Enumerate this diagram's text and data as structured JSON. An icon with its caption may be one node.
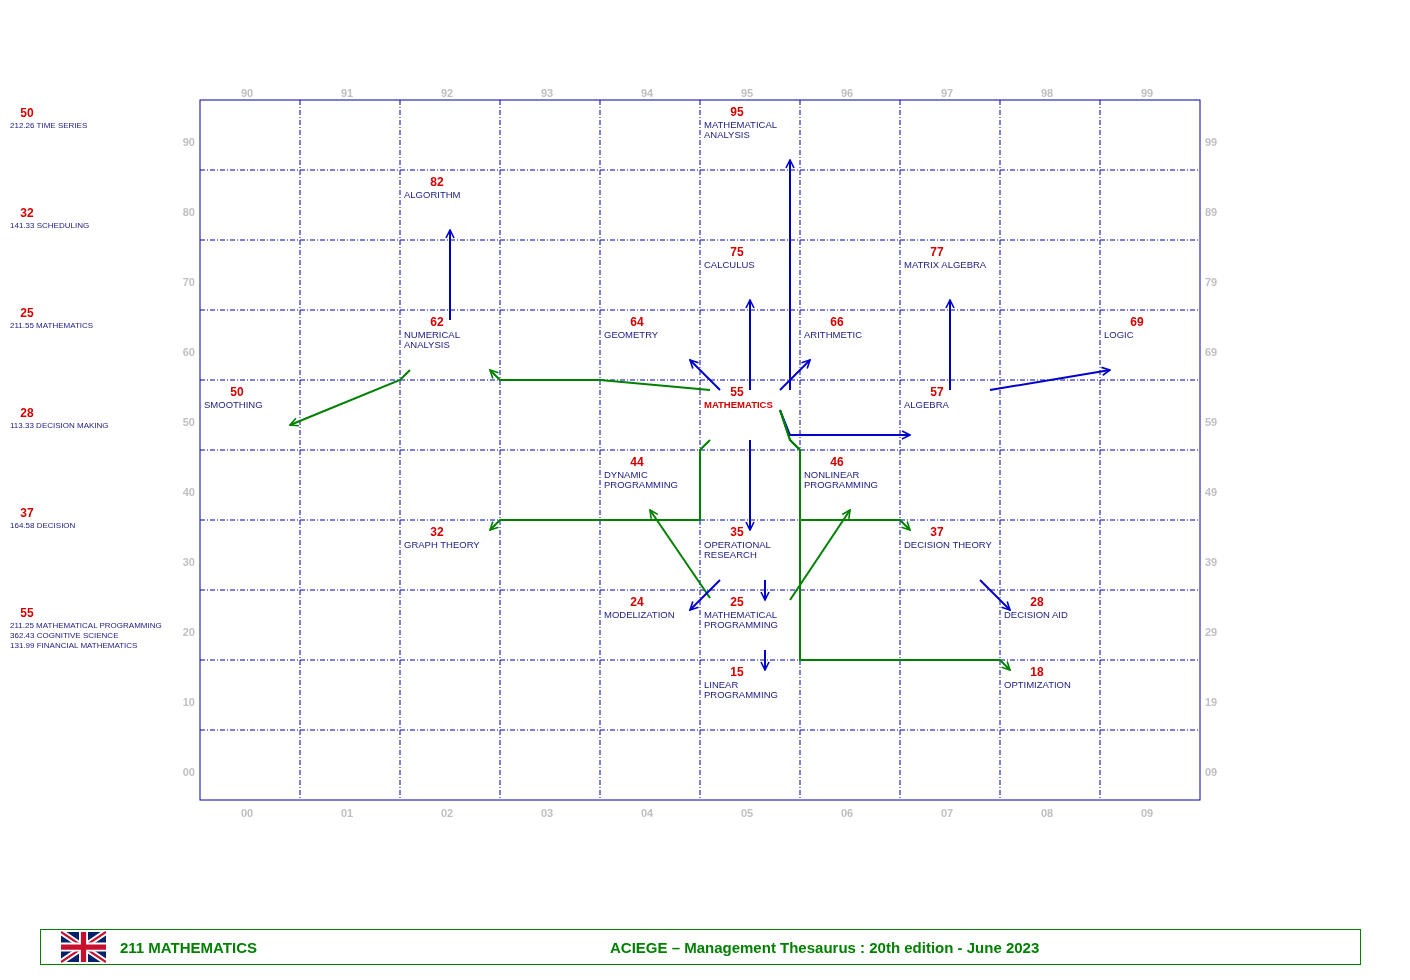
{
  "diagram": {
    "nodes": [
      {
        "text": [
          "95",
          "MATHEMATICAL ANALYSIS"
        ]
      },
      {
        "text": [
          "82",
          "ALGORITHM"
        ]
      },
      {
        "text": [
          "75",
          "CALCULUS"
        ]
      },
      {
        "text": [
          "77",
          "MATRIX ALGEBRA"
        ]
      },
      {
        "text": [
          "62",
          "NUMERICAL ANALYSIS"
        ]
      },
      {
        "text": [
          "64",
          "GEOMETRY"
        ]
      },
      {
        "text": [
          "66",
          "ARITHMETIC"
        ]
      },
      {
        "text": [
          "69",
          "LOGIC"
        ]
      },
      {
        "text": [
          "50",
          "SMOOTHING"
        ]
      },
      {
        "text": [
          "55",
          "MATHEMATICS"
        ]
      },
      {
        "text": [
          "57",
          "ALGEBRA"
        ]
      },
      {
        "text": [
          "44",
          "DYNAMIC PROGRAMMING"
        ]
      },
      {
        "text": [
          "46",
          "NONLINEAR PROGRAMMING"
        ]
      },
      {
        "text": [
          "32",
          "GRAPH THEORY"
        ]
      },
      {
        "text": [
          "35",
          "OPERATIONAL RESEARCH"
        ]
      },
      {
        "text": [
          "37",
          "DECISION THEORY"
        ]
      },
      {
        "text": [
          "24",
          "MODELIZATION"
        ]
      },
      {
        "text": [
          "25",
          "MATHEMATICAL PROGRAMMING"
        ]
      },
      {
        "text": [
          "28",
          "DECISION AID"
        ]
      },
      {
        "text": [
          "15",
          "LINEAR PROGRAMMING"
        ]
      },
      {
        "text": [
          "18",
          "OPTIMIZATION"
        ]
      }
    ],
    "edges": [
      {
        "from": 9,
        "to": 0,
        "arrow": "to"
      },
      {
        "from": 9,
        "to": 2,
        "arrow": "to"
      },
      {
        "from": 9,
        "to": 5,
        "arrow": "to"
      },
      {
        "from": 9,
        "to": 6,
        "arrow": "to"
      },
      {
        "from": 9,
        "to": 10,
        "arrow": "to"
      },
      {
        "from": 9,
        "to": 14,
        "arrow": "to"
      },
      {
        "from": 9,
        "to": 4,
        "arrow": "to",
        "color": "#008000"
      },
      {
        "from": 4,
        "to": 8,
        "arrow": "to",
        "color": "#008000"
      },
      {
        "from": 9,
        "to": 13,
        "arrow": "to",
        "color": "#008000"
      },
      {
        "from": 9,
        "to": 15,
        "arrow": "to",
        "color": "#008000"
      },
      {
        "from": 9,
        "to": 20,
        "arrow": "to",
        "color": "#008000"
      },
      {
        "from": 17,
        "to": 11,
        "arrow": "to",
        "color": "#008000"
      },
      {
        "from": 17,
        "to": 12,
        "arrow": "to",
        "color": "#008000"
      },
      {
        "from": 4,
        "to": 1,
        "arrow": "to"
      },
      {
        "from": 10,
        "to": 3,
        "arrow": "to"
      },
      {
        "from": 10,
        "to": 7,
        "arrow": "to"
      },
      {
        "from": 14,
        "to": 16,
        "arrow": "to"
      },
      {
        "from": 14,
        "to": 17,
        "arrow": "to"
      },
      {
        "from": 17,
        "to": 19,
        "arrow": "to"
      },
      {
        "from": 15,
        "to": 18,
        "arrow": "to"
      }
    ],
    "labels": [
      "50",
      "212.26 TIME SERIES",
      "32",
      "141.33 SCHEDULING",
      "25",
      "211.55 MATHEMATICS",
      "28",
      "113.33 DECISION MAKING",
      "37",
      "164.58 DECISION",
      "55",
      "211.25 MATHEMATICAL PROGRAMMING",
      "362.43 COGNITIVE SCIENCE",
      "131.99 FINANCIAL MATHEMATICS",
      "90",
      "91",
      "92",
      "93",
      "94",
      "95",
      "96",
      "97",
      "98",
      "99",
      "90",
      "80",
      "70",
      "60",
      "50",
      "40",
      "30",
      "20",
      "10",
      "00",
      "99",
      "89",
      "79",
      "69",
      "59",
      "49",
      "39",
      "29",
      "19",
      "09",
      "00",
      "01",
      "02",
      "03",
      "04",
      "05",
      "06",
      "07",
      "08",
      "09",
      "211 MATHEMATICS",
      "ACIEGE – Management Thesaurus : 20th edition - June 2023"
    ]
  }
}
